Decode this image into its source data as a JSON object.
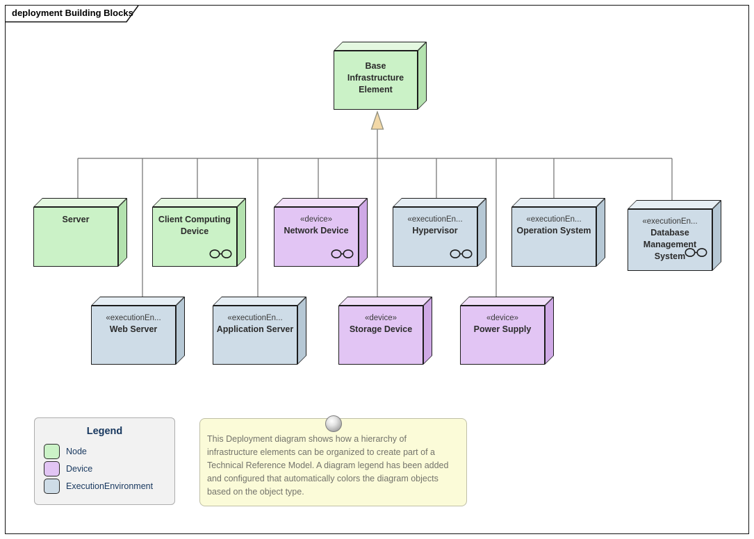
{
  "diagram": {
    "frame_label": "deployment Building Blocks",
    "type": "UML deployment diagram"
  },
  "nodes": [
    {
      "name": "Base Infrastructure Element",
      "stereotype": "",
      "kind": "Node"
    },
    {
      "name": "Server",
      "stereotype": "",
      "kind": "Node"
    },
    {
      "name": "Client Computing Device",
      "stereotype": "",
      "kind": "Node",
      "composite": true
    },
    {
      "name": "Network Device",
      "stereotype": "«device»",
      "kind": "Device",
      "composite": true
    },
    {
      "name": "Hypervisor",
      "stereotype": "«executionEn...",
      "kind": "ExecutionEnvironment",
      "composite": true
    },
    {
      "name": "Operation System",
      "stereotype": "«executionEn...",
      "kind": "ExecutionEnvironment"
    },
    {
      "name": "Database Management System",
      "stereotype": "«executionEn...",
      "kind": "ExecutionEnvironment",
      "composite": true
    },
    {
      "name": "Web Server",
      "stereotype": "«executionEn...",
      "kind": "ExecutionEnvironment"
    },
    {
      "name": "Application Server",
      "stereotype": "«executionEn...",
      "kind": "ExecutionEnvironment"
    },
    {
      "name": "Storage Device",
      "stereotype": "«device»",
      "kind": "Device"
    },
    {
      "name": "Power Supply",
      "stereotype": "«device»",
      "kind": "Device"
    }
  ],
  "relationships": {
    "type": "generalization",
    "parent": "Base Infrastructure Element",
    "children": [
      "Server",
      "Web Server",
      "Client Computing Device",
      "Application Server",
      "Network Device",
      "Storage Device",
      "Hypervisor",
      "Power Supply",
      "Operation System",
      "Database Management System"
    ]
  },
  "legend": {
    "title": "Legend",
    "items": [
      {
        "label": "Node",
        "color": "#CBF2C7"
      },
      {
        "label": "Device",
        "color": "#E2C5F4"
      },
      {
        "label": "ExecutionEnvironment",
        "color": "#CEDCE7"
      }
    ]
  },
  "note": {
    "text": "This Deployment diagram shows how a hierarchy of infrastructure elements can be organized to create part of a Technical Reference Model. A diagram legend has been added and configured that automatically colors the diagram objects based on the object type."
  },
  "icons": {
    "composite_link": "linked-circles-icon",
    "note_pin": "sphere-pin-icon",
    "generalization_arrow": "hollow-triangle-up"
  },
  "colors": {
    "node_fill": "#CBF2C7",
    "device_fill": "#E2C5F4",
    "execution_environment_fill": "#CEDCE7",
    "note_fill": "#FBFBD8",
    "legend_fill": "#F2F2F2",
    "legend_text": "#17375E",
    "connector": "#6E6E6E",
    "generalization_arrow_fill": "#F2D8A7"
  }
}
